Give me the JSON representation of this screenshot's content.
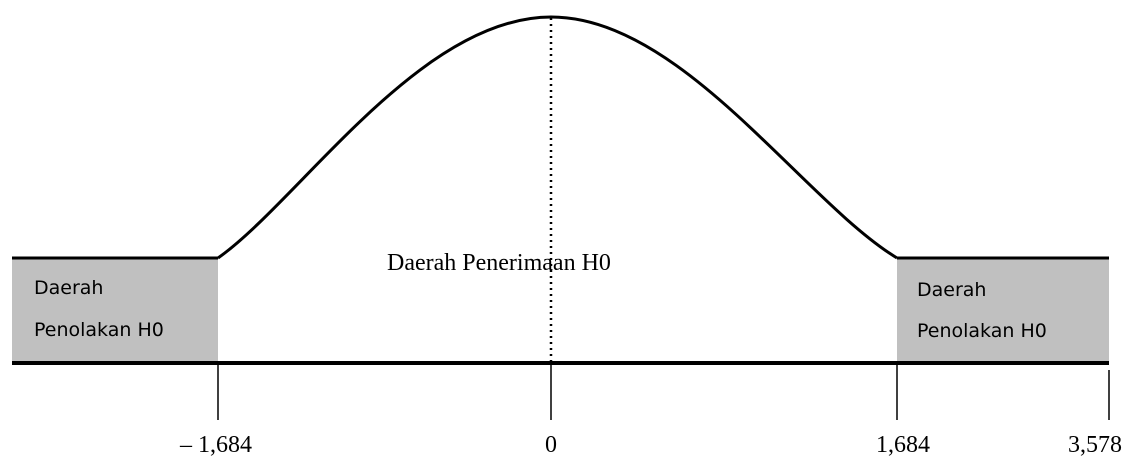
{
  "regions": {
    "acceptance_label": "Daerah Penerimaan H0",
    "left_rejection": {
      "line1": "Daerah",
      "line2": "Penolakan H0"
    },
    "right_rejection": {
      "line1": "Daerah",
      "line2": "Penolakan H0"
    }
  },
  "axis": {
    "ticks": [
      {
        "value": -1.684,
        "label": "– 1,684"
      },
      {
        "value": 0,
        "label": "0"
      },
      {
        "value": 1.684,
        "label": "1,684"
      },
      {
        "value": 3.578,
        "label": "3,578"
      }
    ]
  },
  "colors": {
    "rejection_fill": "#c0c0c0",
    "line": "#000000"
  }
}
